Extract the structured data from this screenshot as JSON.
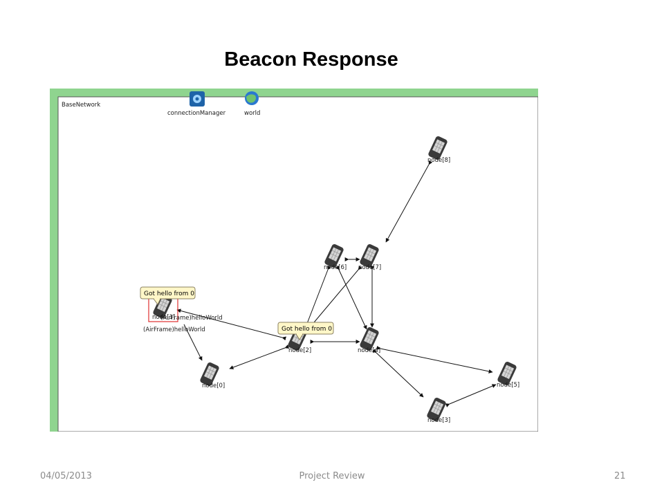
{
  "slide": {
    "title": "Beacon Response",
    "footer_date": "04/05/2013",
    "footer_center": "Project Review",
    "footer_page": "21"
  },
  "simulation": {
    "network_name": "BaseNetwork",
    "modules": [
      {
        "label": "connectionManager",
        "icon": "connection-manager-icon"
      },
      {
        "label": "world",
        "icon": "world-globe-icon"
      }
    ],
    "nodes": [
      "node[0]",
      "node[1]",
      "node[2]",
      "node[3]",
      "node[4]",
      "node[5]",
      "node[6]",
      "node[7]",
      "node[8]"
    ],
    "bubbles": [
      "Got hello from 0",
      "Got hello from 0"
    ],
    "messages": [
      "(AirFrame)helloWorld",
      "(AirFrame)helloWorld"
    ],
    "colors": {
      "frame_green": "#8fd48f",
      "bubble_fill": "#fff7c8",
      "selection": "#e03030"
    }
  }
}
